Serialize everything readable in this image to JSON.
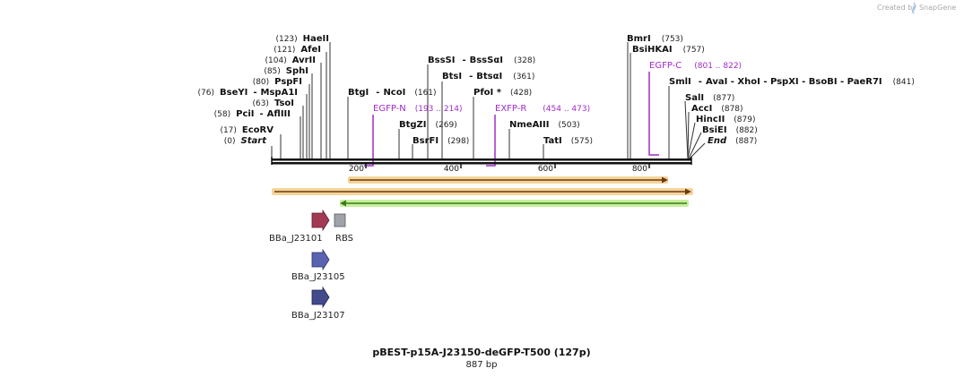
{
  "credit": {
    "prefix": "Created by",
    "brand": "SnapGene",
    "icon": "snapgene-logo-icon"
  },
  "map": {
    "title": "pBEST-p15A-J23150-deGFP-T500 (127p)",
    "length_label": "887 bp",
    "ruler_ticks": [
      "200",
      "400",
      "600",
      "800"
    ],
    "sites": [
      {
        "name": "Start",
        "pos": "(0)",
        "italic": true
      },
      {
        "name": "EcoRV",
        "pos": "(17)"
      },
      {
        "name": "PciI",
        "pos": "(58)",
        "extra": "AflIII"
      },
      {
        "name": "TsoI",
        "pos": "(63)"
      },
      {
        "name": "BseYI",
        "pos": "(76)",
        "extra": "MspA1I"
      },
      {
        "name": "PspFI",
        "pos": "(80)"
      },
      {
        "name": "SphI",
        "pos": "(85)"
      },
      {
        "name": "AvrII",
        "pos": "(104)"
      },
      {
        "name": "AfeI",
        "pos": "(121)"
      },
      {
        "name": "HaeII",
        "pos": "(123)"
      },
      {
        "name": "BtgI",
        "extra": "NcoI",
        "pos": "(161)"
      },
      {
        "name": "BtgZI",
        "pos": "(269)"
      },
      {
        "name": "BsrFI",
        "pos": "(298)"
      },
      {
        "name": "BssSI",
        "extra": "BssSαI",
        "pos": "(328)"
      },
      {
        "name": "BtsI",
        "extra": "BtsαI",
        "pos": "(361)"
      },
      {
        "name": "PfoI *",
        "pos": "(428)"
      },
      {
        "name": "NmeAIII",
        "pos": "(503)"
      },
      {
        "name": "TatI",
        "pos": "(575)"
      },
      {
        "name": "BmrI",
        "pos": "(753)"
      },
      {
        "name": "BsiHKAI",
        "pos": "(757)"
      },
      {
        "name": "SmlI",
        "pos": "(841)",
        "extra": "AvaI - XhoI - PspXI - BsoBI - PaeR7I"
      },
      {
        "name": "SalI",
        "pos": "(877)"
      },
      {
        "name": "AccI",
        "pos": "(878)"
      },
      {
        "name": "HincII",
        "pos": "(879)"
      },
      {
        "name": "BsiEI",
        "pos": "(882)"
      },
      {
        "name": "End",
        "pos": "(887)",
        "italic": true
      }
    ],
    "primers": [
      {
        "name": "EGFP-N",
        "range": "(193 .. 214)"
      },
      {
        "name": "EXFP-R",
        "range": "(454 .. 473)"
      },
      {
        "name": "EGFP-C",
        "range": "(801 .. 822)"
      }
    ],
    "features": [
      {
        "label": "BBa_J23101",
        "color": "#a33a55"
      },
      {
        "label": "RBS",
        "color": "#a0a4aa"
      },
      {
        "label": "BBa_J23105",
        "color": "#5a63b0"
      },
      {
        "label": "BBa_J23107",
        "color": "#424a8c"
      }
    ],
    "colors": {
      "backbone": "#111111",
      "primer": "#a02cc8",
      "orf_fill": "#f5d49a",
      "orf_line": "#6b3a10",
      "rev_fill": "#c6ef9a",
      "rev_line": "#3d7a1c"
    }
  }
}
